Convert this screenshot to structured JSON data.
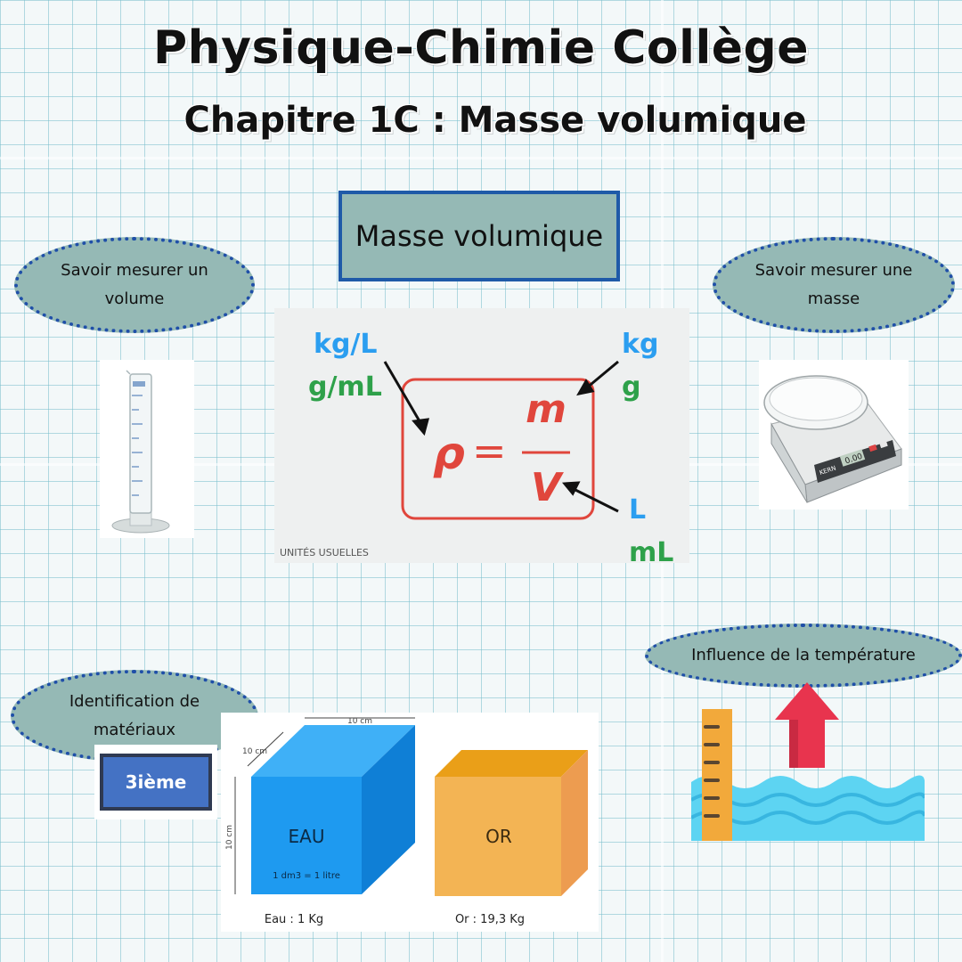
{
  "header": {
    "title": "Physique-Chimie Collège",
    "subtitle": "Chapitre 1C : Masse volumique"
  },
  "center_box": {
    "label": "Masse volumique"
  },
  "ovals": {
    "volume": {
      "line1": "Savoir mesurer un",
      "line2": "volume"
    },
    "masse": {
      "line1": "Savoir mesurer une",
      "line2": "masse"
    },
    "materiaux": {
      "line1": "Identification de",
      "line2": "matériaux"
    },
    "temperature": {
      "label": "Influence de la température"
    }
  },
  "formula": {
    "symbol": "ρ",
    "equals": "=",
    "numerator": "m",
    "denominator": "V",
    "units_rho_1": "kg/L",
    "units_rho_2": "g/mL",
    "units_m_1": "kg",
    "units_m_2": "g",
    "units_v_1": "L",
    "units_v_2": "mL",
    "caption": "UNITÉS USUELLES"
  },
  "badge": {
    "label": "3ième"
  },
  "cubes": {
    "width_label": "10 cm",
    "depth_label": "10 cm",
    "height_label": "10 cm",
    "water_label": "EAU",
    "water_note": "1 dm3 = 1 litre",
    "gold_label": "OR",
    "water_caption": "Eau : 1 Kg",
    "gold_caption": "Or : 19,3 Kg"
  },
  "balance": {
    "display": "0.00",
    "brand": "KERN"
  },
  "colors": {
    "oval_fill": "#95b9b5",
    "oval_border": "#1f4fa8",
    "formula_red": "#e0463c",
    "unit_blue": "#2b9ef0",
    "unit_green": "#2ea14a",
    "water_cube": "#1e9af0",
    "gold_cube": "#f3b454",
    "temperature_arrow": "#e8344e"
  }
}
